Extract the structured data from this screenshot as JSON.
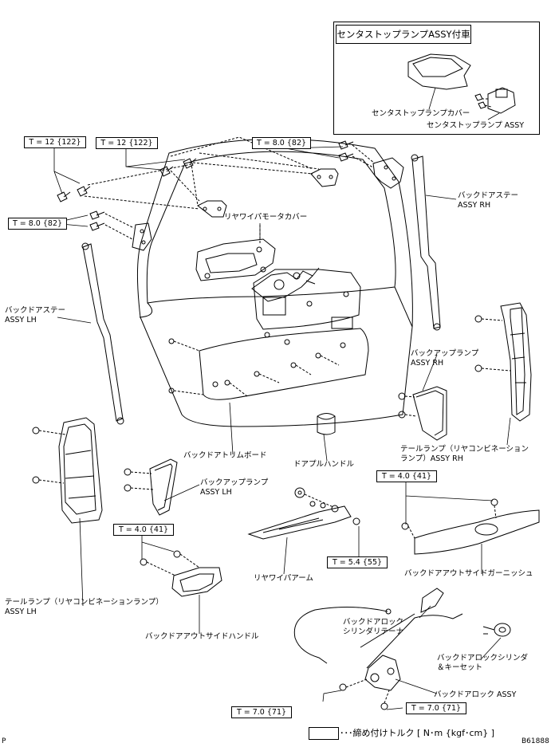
{
  "inset": {
    "title": "センタストップランプASSY付車"
  },
  "labels": {
    "center_stop_lamp_cover": "センタストップランプカバー",
    "center_stop_lamp_assy": "センタストップランプ ASSY",
    "rear_wiper_motor_cover": "リヤワイパモータカバー",
    "back_door_stay_rh_1": "バックドアステー",
    "back_door_stay_rh_2": "ASSY RH",
    "back_door_stay_lh_1": "バックドアステー",
    "back_door_stay_lh_2": "ASSY LH",
    "backup_lamp_rh_1": "バックアップランプ",
    "backup_lamp_rh_2": "ASSY RH",
    "back_door_trim_board": "バックドアトリムボード",
    "door_pull_handle": "ドアプルハンドル",
    "tail_lamp_rh_1": "テールランプ（リヤコンビネーション",
    "tail_lamp_rh_2": "ランプ）ASSY RH",
    "backup_lamp_lh_1": "バックアップランプ",
    "backup_lamp_lh_2": "ASSY LH",
    "back_door_outside_garnish": "バックドアアウトサイドガーニッシュ",
    "rear_wiper_arm": "リヤワイパアーム",
    "tail_lamp_lh_1": "テールランプ（リヤコンビネーションランプ）",
    "tail_lamp_lh_2": "ASSY LH",
    "back_door_outside_handle": "バックドアアウトサイドハンドル",
    "lock_cylinder_retainer_1": "バックドアロック",
    "lock_cylinder_retainer_2": "シリンダリテーナ",
    "lock_cylinder_key_set_1": "バックドアロックシリンダ",
    "lock_cylinder_key_set_2": "＆キーセット",
    "back_door_lock_assy": "バックドアロック ASSY"
  },
  "torques": {
    "t1": "T = 12 {122}",
    "t2": "T = 12 {122}",
    "t3": "T = 8.0 {82}",
    "t4": "T = 8.0 {82}",
    "t5": "T = 4.0 {41}",
    "t6": "T = 4.0 {41}",
    "t7": "T = 5.4 {55}",
    "t8": "T = 7.0 {71}",
    "t9": "T = 7.0 {71}"
  },
  "legend": {
    "text": "･･･締め付けトルク [ N･m {kgf･cm} ]"
  },
  "code": "B61888",
  "page_mark": "P"
}
